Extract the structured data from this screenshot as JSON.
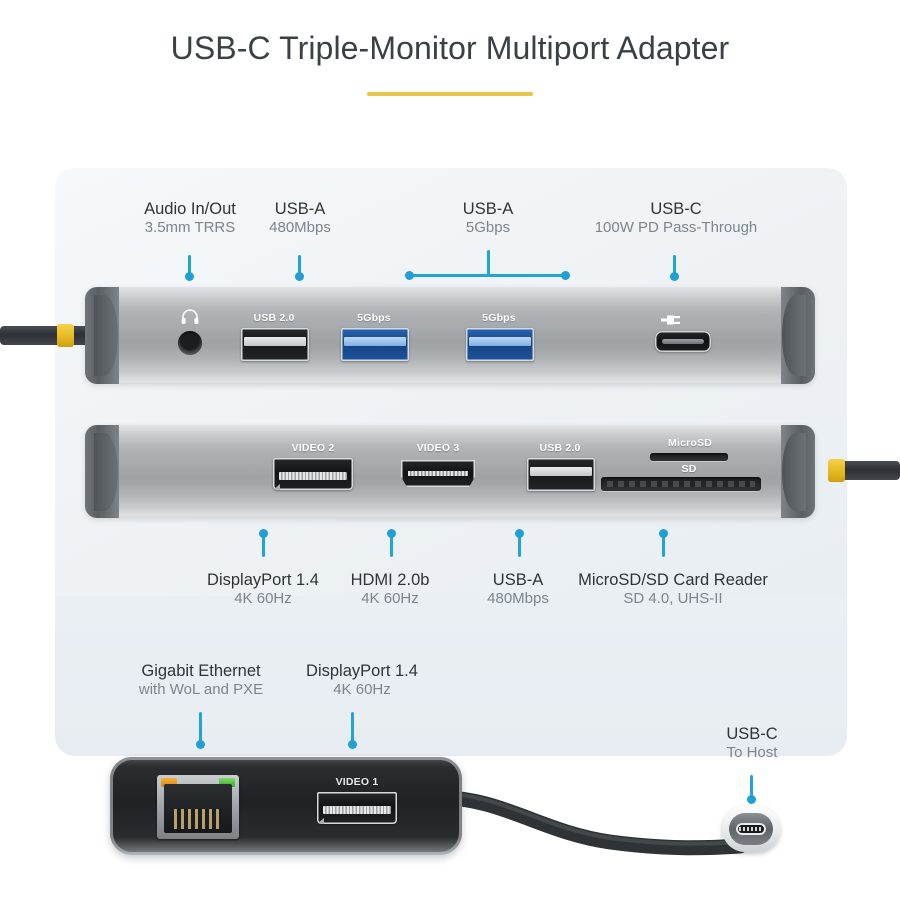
{
  "title": "USB-C Triple-Monitor Multiport Adapter",
  "accent_colors": {
    "title_rule": "#e8c54a",
    "leader_line": "#21a4d8",
    "panel_bg": "#eef2f5",
    "usb3_blue": "#1d539d"
  },
  "top_callouts": [
    {
      "name": "audio",
      "line1": "Audio In/Out",
      "line2": "3.5mm TRRS"
    },
    {
      "name": "usba-480",
      "line1": "USB-A",
      "line2": "480Mbps"
    },
    {
      "name": "usba-5gbps",
      "line1": "USB-A",
      "line2": "5Gbps"
    },
    {
      "name": "usbc-pd",
      "line1": "USB-C",
      "line2": "100W PD Pass-Through"
    }
  ],
  "bottom_callouts": [
    {
      "name": "displayport",
      "line1": "DisplayPort 1.4",
      "line2": "4K 60Hz"
    },
    {
      "name": "hdmi",
      "line1": "HDMI 2.0b",
      "line2": "4K 60Hz"
    },
    {
      "name": "usba-480",
      "line1": "USB-A",
      "line2": "480Mbps"
    },
    {
      "name": "card-reader",
      "line1": "MicroSD/SD Card Reader",
      "line2": "SD 4.0, UHS-II"
    }
  ],
  "lower_callouts": [
    {
      "name": "ethernet",
      "line1": "Gigabit Ethernet",
      "line2": "with WoL and PXE"
    },
    {
      "name": "displayport1",
      "line1": "DisplayPort 1.4",
      "line2": "4K 60Hz"
    },
    {
      "name": "usbc-host",
      "line1": "USB-C",
      "line2": "To Host"
    }
  ],
  "device_top_ports": [
    {
      "name": "audio-jack",
      "label": "",
      "icon": "headset-icon"
    },
    {
      "name": "usb-a-20",
      "label": "USB 2.0"
    },
    {
      "name": "usb-a-5gbps-1",
      "label": "5Gbps"
    },
    {
      "name": "usb-a-5gbps-2",
      "label": "5Gbps"
    },
    {
      "name": "usb-c-pd",
      "label": "",
      "icon": "power-plug-icon"
    }
  ],
  "device_mid_ports": [
    {
      "name": "displayport-video2",
      "label": "VIDEO 2"
    },
    {
      "name": "hdmi-video3",
      "label": "VIDEO 3"
    },
    {
      "name": "usb-a-20",
      "label": "USB 2.0"
    },
    {
      "name": "microsd-slot",
      "label": "MicroSD"
    },
    {
      "name": "sd-slot",
      "label": "SD"
    }
  ],
  "device_bottom_ports": [
    {
      "name": "rj45-ethernet",
      "label": ""
    },
    {
      "name": "displayport-video1",
      "label": "VIDEO 1"
    }
  ]
}
